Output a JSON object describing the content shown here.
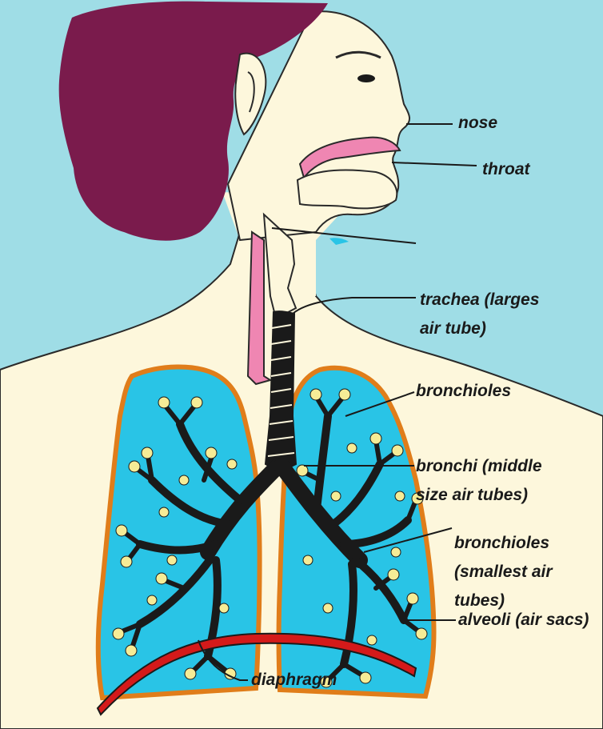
{
  "labels": {
    "nose": "nose",
    "throat": "throat",
    "trachea_line1": "trachea (larges",
    "trachea_line2": "air tube)",
    "bronchioles_upper": "bronchioles",
    "bronchi_line1": "bronchi (middle",
    "bronchi_line2": "size air tubes)",
    "bronchioles_lower_line1": "bronchioles",
    "bronchioles_lower_line2": "(smallest air",
    "bronchioles_lower_line3": "tubes)",
    "alveoli": "alveoli (air sacs)",
    "diaphragm": "diaphragm"
  },
  "colors": {
    "sky": "#9fdde6",
    "skin": "#fdf7dc",
    "hair": "#7a1b4c",
    "lung_fill": "#29c4e6",
    "lung_outline": "#e07d1a",
    "pink": "#ef86b2",
    "airway": "#1a1a1a",
    "alveoli": "#f6ec96",
    "diaphragm": "#d41a1a"
  }
}
